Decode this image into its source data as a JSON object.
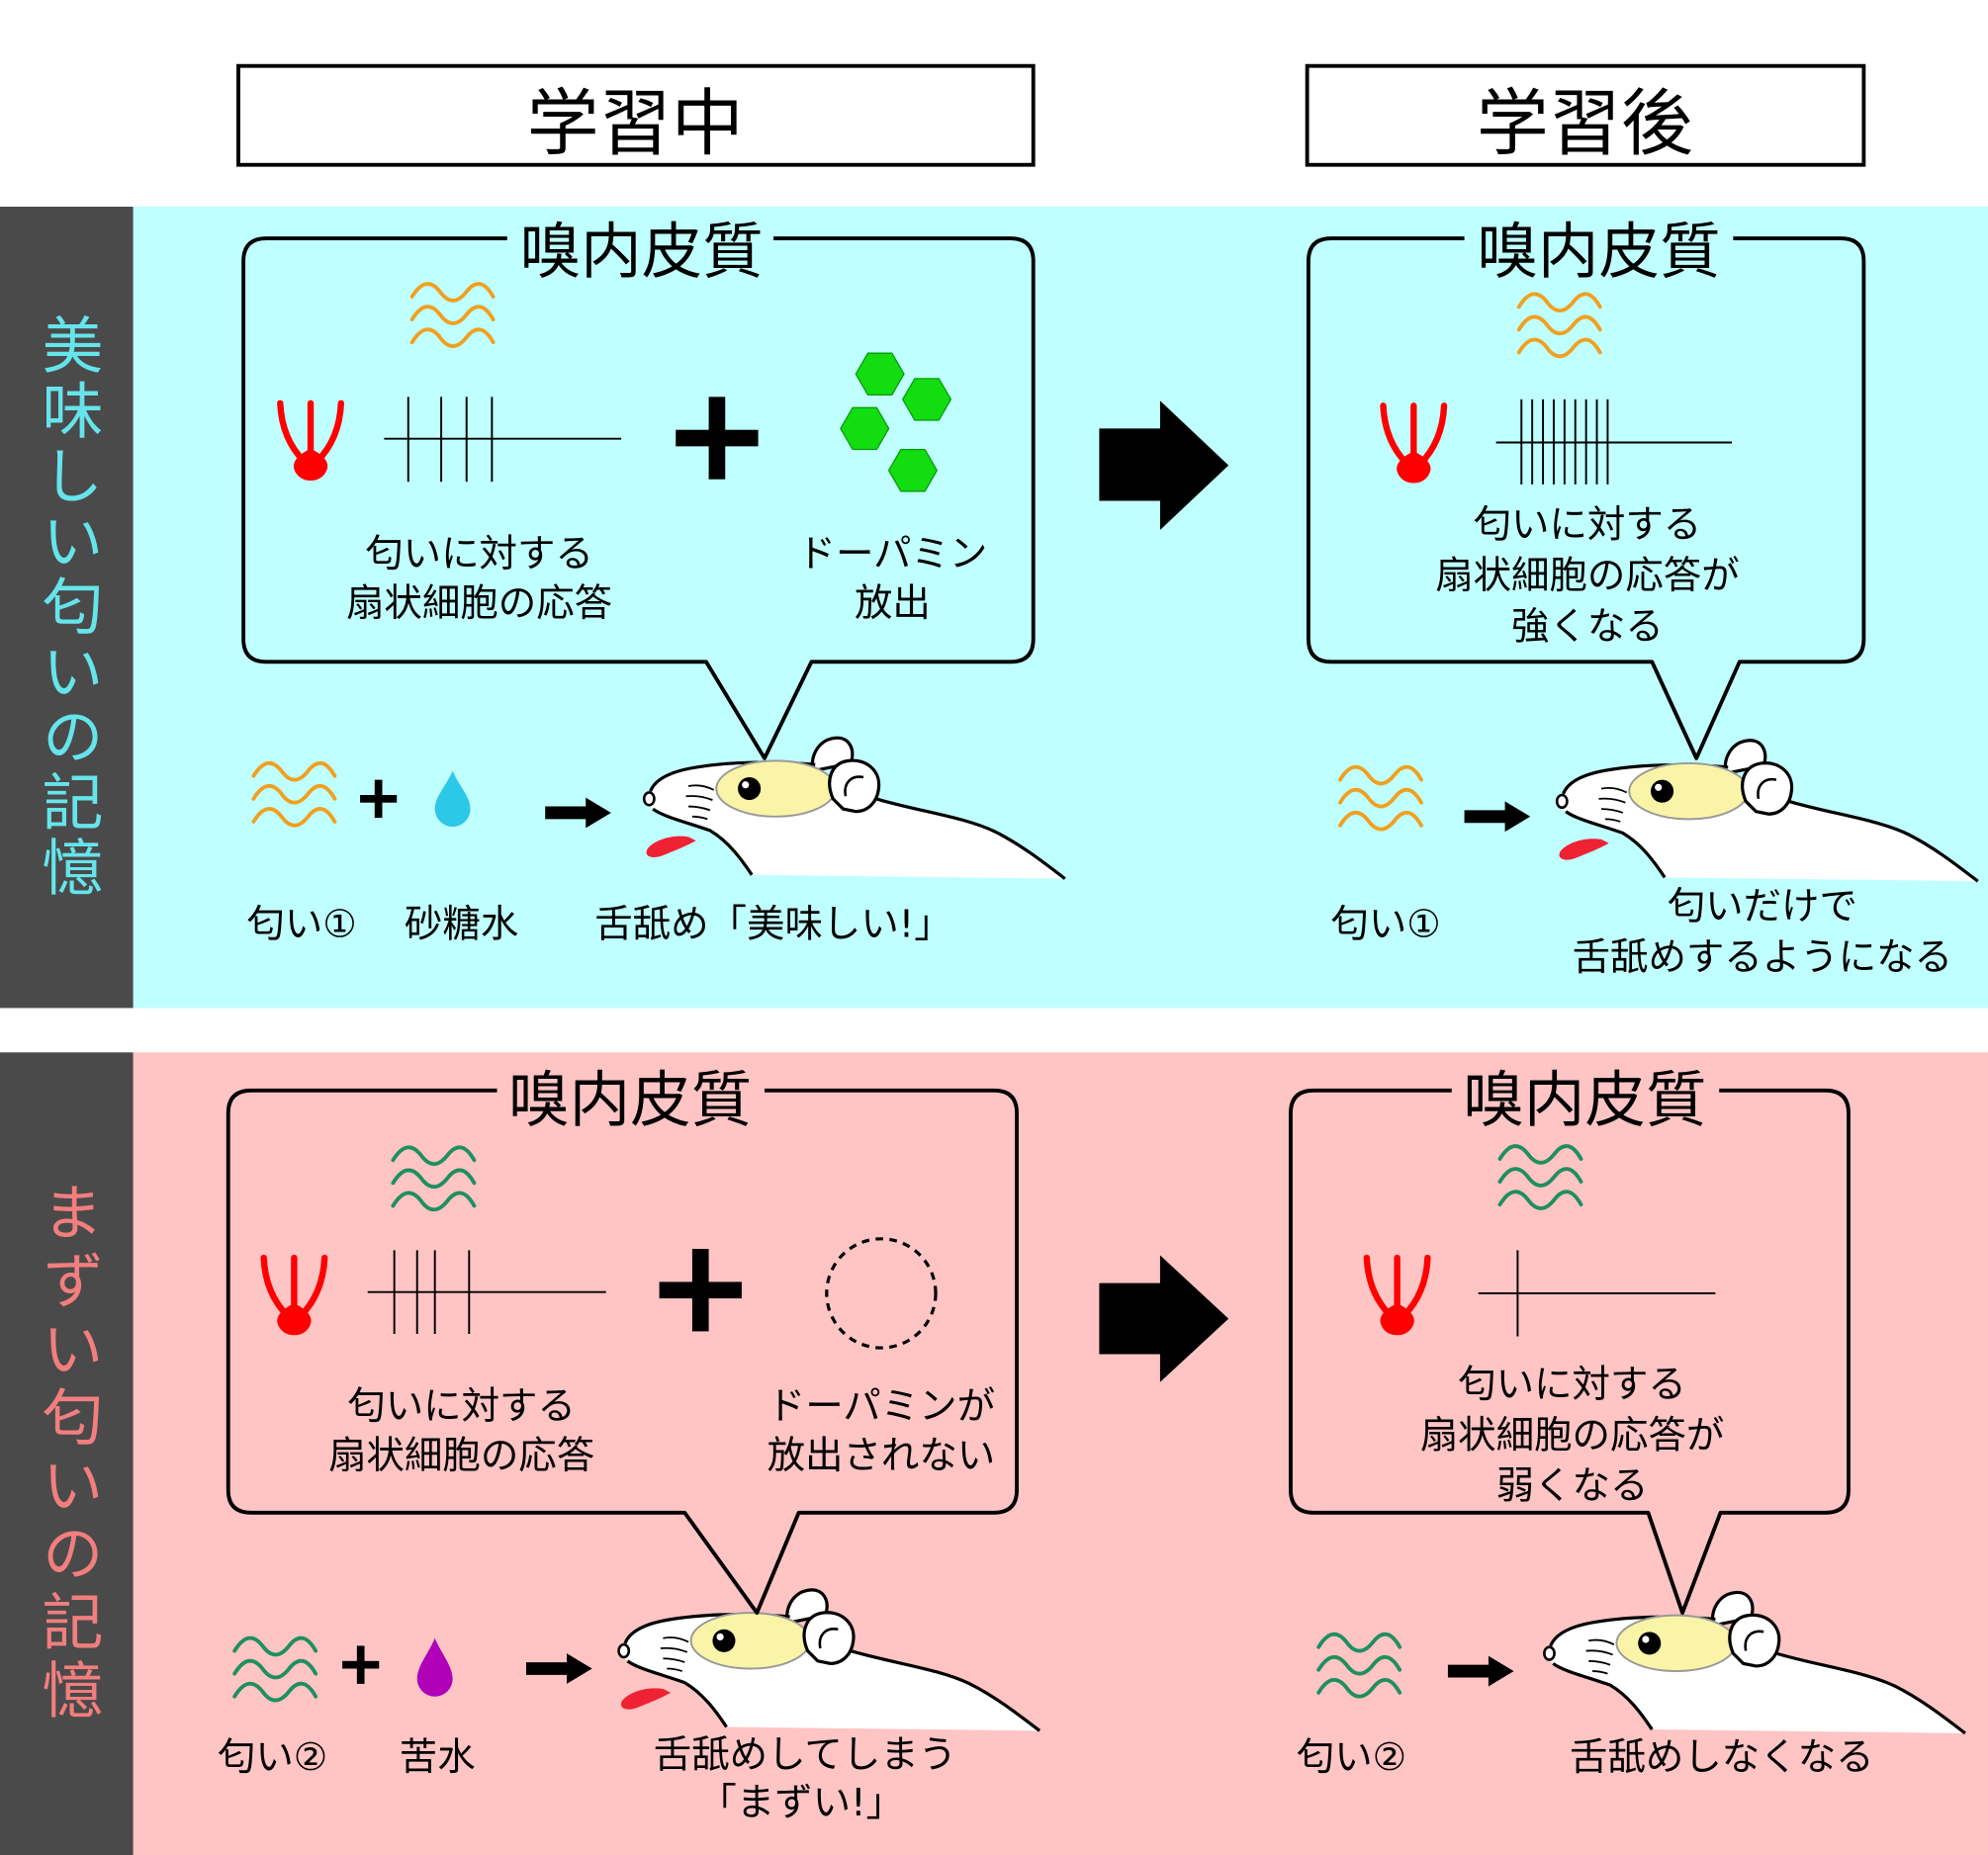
{
  "colors": {
    "tasty_panel": "#c0ffff",
    "bad_panel": "#ffc4c4",
    "side_bar": "#4a4a4a",
    "tasty_label": "#66e4ec",
    "bad_label": "#f27e7e",
    "odor_1": "#f0a020",
    "odor_2": "#1f8f5f",
    "mitral_cell": "#ff0000",
    "dopamine": "#11dd11",
    "sugar_water": "#2cc8e8",
    "bitter_water": "#b000b8",
    "tongue": "#ee2233",
    "eye_region": "#faf4a8"
  },
  "headers": {
    "during_learning": "学習中",
    "after_learning": "学習後"
  },
  "side_labels": {
    "tasty_memory": "美味しい匂いの記憶",
    "bad_memory": "まずい匂いの記憶"
  },
  "tasty": {
    "during": {
      "region_label": "嗅内皮質",
      "response_label": [
        "匂いに対する",
        "扇状細胞の応答"
      ],
      "dopamine_label": [
        "ドーパミン",
        "放出"
      ],
      "odor_label": "匂い①",
      "taste_label": "砂糖水",
      "behavior_label": [
        "舌舐め「美味しい!」"
      ]
    },
    "after": {
      "region_label": "嗅内皮質",
      "response_label": [
        "匂いに対する",
        "扇状細胞の応答が",
        "強くなる"
      ],
      "odor_label": "匂い①",
      "behavior_label": [
        "匂いだけで",
        "舌舐めするようになる"
      ]
    }
  },
  "bad": {
    "during": {
      "region_label": "嗅内皮質",
      "response_label": [
        "匂いに対する",
        "扇状細胞の応答"
      ],
      "dopamine_label": [
        "ドーパミンが",
        "放出されない"
      ],
      "odor_label": "匂い②",
      "taste_label": "苦水",
      "behavior_label": [
        "舌舐めしてしまう",
        "「まずい!」"
      ]
    },
    "after": {
      "region_label": "嗅内皮質",
      "response_label": [
        "匂いに対する",
        "扇状細胞の応答が",
        "弱くなる"
      ],
      "odor_label": "匂い②",
      "behavior_label": [
        "舌舐めしなくなる"
      ]
    }
  }
}
